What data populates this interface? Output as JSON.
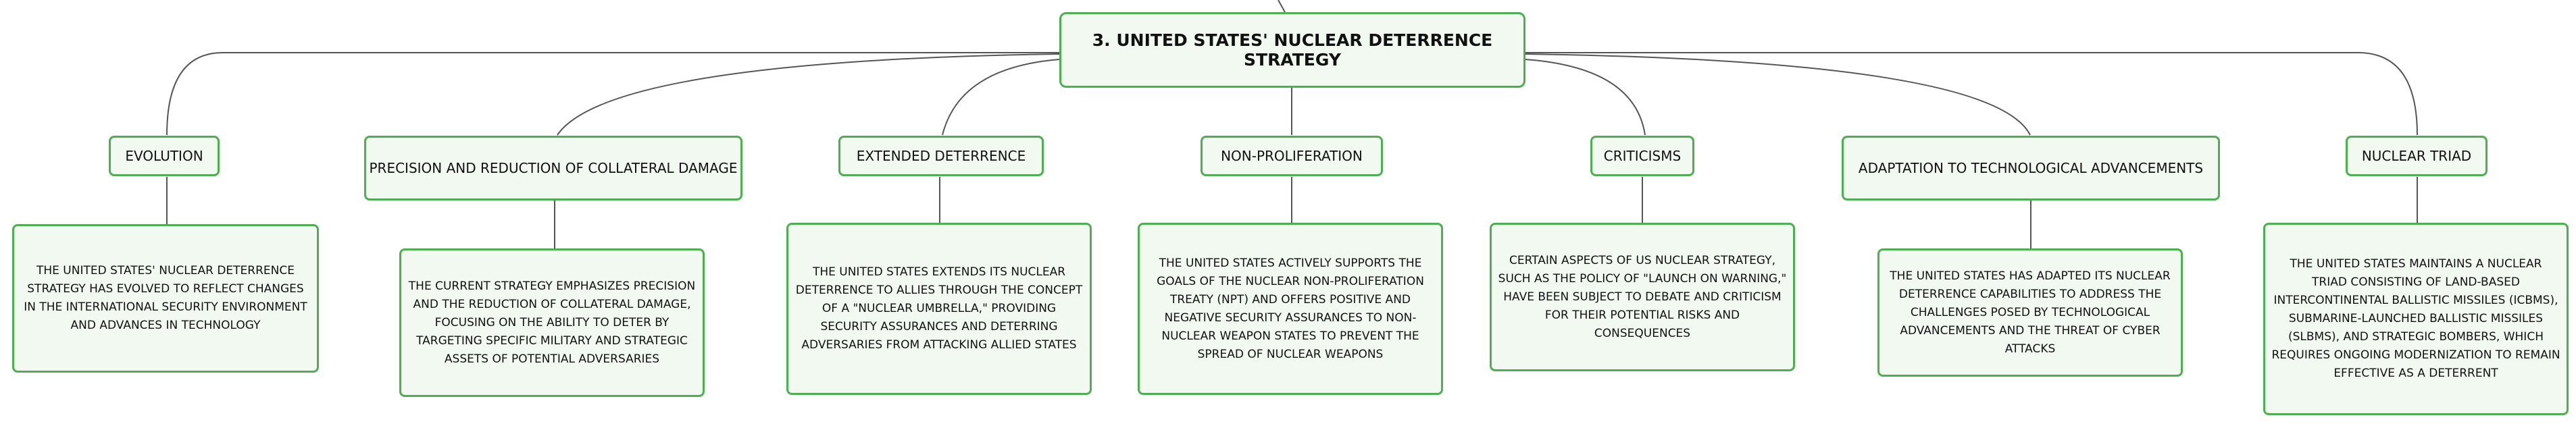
{
  "root": {
    "label": "3. UNITED STATES' NUCLEAR DETERRENCE STRATEGY"
  },
  "branches": [
    {
      "label": "EVOLUTION",
      "detail": "THE UNITED STATES' NUCLEAR DETERRENCE STRATEGY HAS EVOLVED TO REFLECT CHANGES IN THE INTERNATIONAL SECURITY ENVIRONMENT AND ADVANCES IN TECHNOLOGY"
    },
    {
      "label": "PRECISION AND REDUCTION OF COLLATERAL DAMAGE",
      "detail": "THE CURRENT STRATEGY EMPHASIZES PRECISION AND THE REDUCTION OF COLLATERAL DAMAGE, FOCUSING ON THE ABILITY TO DETER BY TARGETING SPECIFIC MILITARY AND STRATEGIC ASSETS OF POTENTIAL ADVERSARIES"
    },
    {
      "label": "EXTENDED DETERRENCE",
      "detail": "THE UNITED STATES EXTENDS ITS NUCLEAR DETERRENCE TO ALLIES THROUGH THE CONCEPT OF A \"NUCLEAR UMBRELLA,\" PROVIDING SECURITY ASSURANCES AND DETERRING ADVERSARIES FROM ATTACKING ALLIED STATES"
    },
    {
      "label": "NON-PROLIFERATION",
      "detail": "THE UNITED STATES ACTIVELY SUPPORTS THE GOALS OF THE NUCLEAR NON-PROLIFERATION TREATY (NPT) AND OFFERS POSITIVE AND NEGATIVE SECURITY ASSURANCES TO NON-NUCLEAR WEAPON STATES TO PREVENT THE SPREAD OF NUCLEAR WEAPONS"
    },
    {
      "label": "CRITICISMS",
      "detail": "CERTAIN ASPECTS OF US NUCLEAR STRATEGY, SUCH AS THE POLICY OF \"LAUNCH ON WARNING,\" HAVE BEEN SUBJECT TO DEBATE AND CRITICISM FOR THEIR POTENTIAL RISKS AND CONSEQUENCES"
    },
    {
      "label": "ADAPTATION TO TECHNOLOGICAL ADVANCEMENTS",
      "detail": "THE UNITED STATES HAS ADAPTED ITS NUCLEAR DETERRENCE CAPABILITIES TO ADDRESS THE CHALLENGES POSED BY TECHNOLOGICAL ADVANCEMENTS AND THE THREAT OF CYBER ATTACKS"
    },
    {
      "label": "NUCLEAR TRIAD",
      "detail": "THE UNITED STATES MAINTAINS A NUCLEAR TRIAD CONSISTING OF LAND-BASED INTERCONTINENTAL BALLISTIC MISSILES (ICBMS), SUBMARINE-LAUNCHED BALLISTIC MISSILES (SLBMS), AND STRATEGIC BOMBERS, WHICH REQUIRES ONGOING MODERNIZATION TO REMAIN EFFECTIVE AS A DETERRENT"
    }
  ],
  "colors": {
    "border": "#4caf50",
    "fill": "#f1f9f1",
    "line": "#555555"
  }
}
